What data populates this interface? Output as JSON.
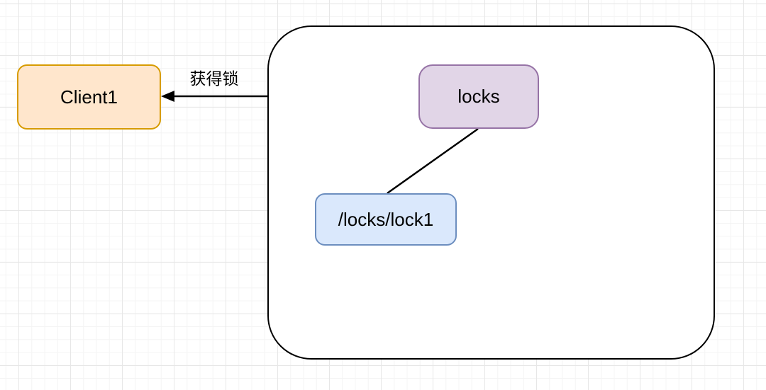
{
  "diagram": {
    "type": "node-edge-diagram",
    "background": {
      "grid_minor_color": "#f4f4f4",
      "grid_major_color": "#e7e7e7",
      "canvas_color": "#ffffff"
    },
    "container": {
      "id": "outer-group",
      "label": "",
      "fill": "#ffffff",
      "stroke": "#000000"
    },
    "nodes": [
      {
        "id": "client1",
        "label": "Client1",
        "fill": "#FFE6CC",
        "stroke": "#D79B00",
        "inside_container": false
      },
      {
        "id": "locks",
        "label": "locks",
        "fill": "#E1D5E7",
        "stroke": "#9673A6",
        "inside_container": true
      },
      {
        "id": "lock1",
        "label": "/locks/lock1",
        "fill": "#DAE8FC",
        "stroke": "#6C8EBF",
        "inside_container": true
      }
    ],
    "edges": [
      {
        "id": "acquire-lock",
        "label": "获得锁",
        "from": "outer-group",
        "to": "client1",
        "arrowhead": "filled-triangle-left",
        "color": "#000000"
      },
      {
        "id": "locks-to-lock1",
        "label": "",
        "from": "locks",
        "to": "lock1",
        "arrowhead": "none",
        "color": "#000000"
      }
    ]
  }
}
